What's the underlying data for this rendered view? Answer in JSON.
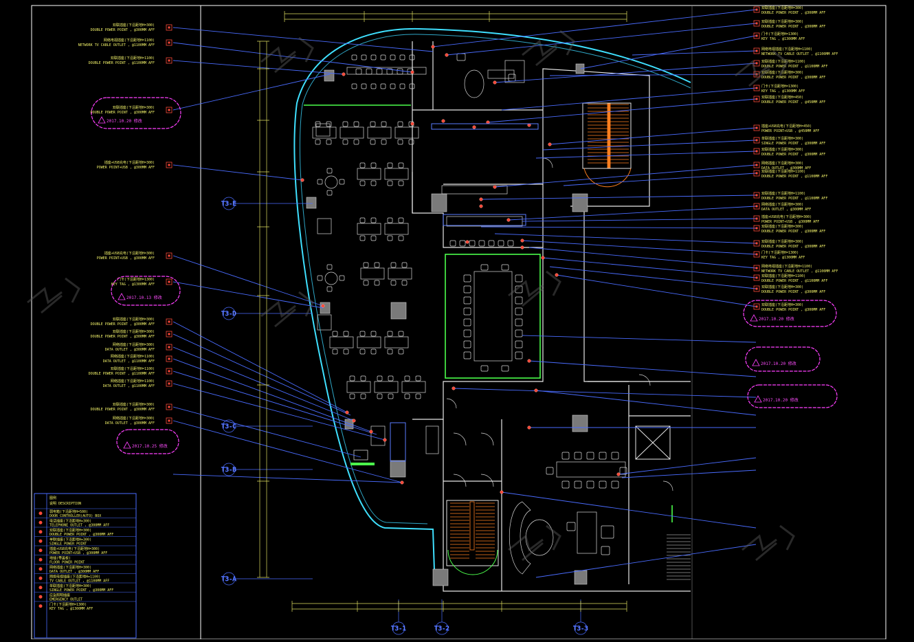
{
  "grid": {
    "rows": [
      "T3-E",
      "T3-D",
      "T3-C",
      "T3-B",
      "T3-A"
    ],
    "columns": [
      "T3-1",
      "T3-2",
      "T3-3"
    ]
  },
  "revision_clouds": [
    {
      "note": "2017.10.20 修改"
    },
    {
      "note": "2017.10.13 修改"
    },
    {
      "note": "2017.10.25 修改"
    },
    {
      "note": "2017.10.20 修改"
    },
    {
      "note": "2017.10.20 修改"
    },
    {
      "note": "2017.10.20 修改"
    }
  ],
  "left_callouts": [
    {
      "zh": "双联插座(下沿距地H=300)",
      "en": "DOUBLE POWER POINT , @300MM AFF"
    },
    {
      "zh": "网络电视插座(下沿距地H=1100)",
      "en": "NETWORK TV CABLE OUTLET , @1100MM AFF"
    },
    {
      "zh": "双联插座(下沿距地H=1100)",
      "en": "DOUBLE POWER POINT , @1100MM AFF"
    },
    {
      "zh": "双联插座(下沿距地H=300)",
      "en": "DOUBLE POWER POINT , @300MM AFF"
    },
    {
      "zh": "插座+USB充电(下沿距地H=300)",
      "en": "POWER POINT+USB , @300MM AFF"
    },
    {
      "zh": "插座+USB充电(下沿距地H=300)",
      "en": "POWER POINT+USB , @300MM AFF"
    },
    {
      "zh": "门卡(下沿距地H=1300)",
      "en": "KEY TAG , @1300MM AFF"
    },
    {
      "zh": "双联插座(下沿距地H=300)",
      "en": "DOUBLE POWER POINT , @300MM AFF"
    },
    {
      "zh": "双联插座(下沿距地H=300)",
      "en": "DOUBLE POWER POINT , @300MM AFF"
    },
    {
      "zh": "网络插座(下沿距地H=300)",
      "en": "DATA OUTLET , @300MM AFF"
    },
    {
      "zh": "网络插座(下沿距地H=1100)",
      "en": "DATA OUTLET , @1100MM AFF"
    },
    {
      "zh": "双联插座(下沿距地H=1100)",
      "en": "DOUBLE POWER POINT , @1100MM AFF"
    },
    {
      "zh": "网络插座(下沿距地H=1100)",
      "en": "DATA OUTLET , @1100MM AFF"
    },
    {
      "zh": "双联插座(下沿距地H=300)",
      "en": "DOUBLE POWER POINT , @300MM AFF"
    },
    {
      "zh": "网络插座(下沿距地H=300)",
      "en": "DATA OUTLET , @300MM AFF"
    }
  ],
  "right_callouts": [
    {
      "zh": "双联插座(下沿距地H=300)",
      "en": "DOUBLE POWER POINT , @300MM AFF"
    },
    {
      "zh": "双联插座(下沿距地H=300)",
      "en": "DOUBLE POWER POINT , @300MM AFF"
    },
    {
      "zh": "门卡(下沿距地H=1300)",
      "en": "KEY TAG , @1300MM AFF"
    },
    {
      "zh": "网络电视插座(下沿距地H=1100)",
      "en": "NETWORK TV CABLE OUTLET , @1100MM AFF"
    },
    {
      "zh": "双联插座(下沿距地H=1100)",
      "en": "DOUBLE POWER POINT , @1100MM AFF"
    },
    {
      "zh": "双联插座(下沿距地H=300)",
      "en": "DOUBLE POWER POINT , @300MM AFF"
    },
    {
      "zh": "门卡(下沿距地H=1300)",
      "en": "KEY TAG , @1300MM AFF"
    },
    {
      "zh": "双联插座(下沿距地H=450)",
      "en": "DOUBLE POWER POINT , @450MM AFF"
    },
    {
      "zh": "插座+USB充电(下沿距地H=450)",
      "en": "POWER POINT+USB , @450MM AFF"
    },
    {
      "zh": "单联插座(下沿距地H=300)",
      "en": "SINGLE POWER POINT , @300MM AFF"
    },
    {
      "zh": "双联插座(下沿距地H=300)",
      "en": "DOUBLE POWER POINT , @300MM AFF"
    },
    {
      "zh": "网络插座(下沿距地H=300)",
      "en": "DATA OUTLET , @300MM AFF"
    },
    {
      "zh": "双联插座(下沿距地H=1100)",
      "en": "DOUBLE POWER POINT , @1100MM AFF"
    },
    {
      "zh": "双联插座(下沿距地H=1100)",
      "en": "DOUBLE POWER POINT , @1100MM AFF"
    },
    {
      "zh": "网络插座(下沿距地H=300)",
      "en": "DATA OUTLET , @300MM AFF"
    },
    {
      "zh": "插座+USB充电(下沿距地H=300)",
      "en": "POWER POINT+USB , @300MM AFF"
    },
    {
      "zh": "双联插座(下沿距地H=300)",
      "en": "DOUBLE POWER POINT , @300MM AFF"
    },
    {
      "zh": "双联插座(下沿距地H=300)",
      "en": "DOUBLE POWER POINT , @300MM AFF"
    },
    {
      "zh": "门卡(下沿距地H=1300)",
      "en": "KEY TAG , @1300MM AFF"
    },
    {
      "zh": "网络电视插座(下沿距地H=1100)",
      "en": "NETWORK TV CABLE OUTLET , @1100MM AFF"
    },
    {
      "zh": "双联插座(下沿距地H=1100)",
      "en": "DOUBLE POWER POINT , @1100MM AFF"
    },
    {
      "zh": "双联插座(下沿距地H=300)",
      "en": "DOUBLE POWER POINT , @300MM AFF"
    },
    {
      "zh": "双联插座(下沿距地H=300)",
      "en": "DOUBLE POWER POINT , @300MM AFF"
    }
  ],
  "legend": {
    "title": "图例",
    "header": "说明 DESCRIPTION",
    "rows": [
      {
        "zh": "弱电箱(下沿距地H=500)",
        "en": "DOOR CONTROLLER(AUTO) BOX"
      },
      {
        "zh": "电话插座(下沿距地H=300)",
        "en": "TELEPHONE OUTLET , @300MM AFF"
      },
      {
        "zh": "双联插座(下沿距地H=300)",
        "en": "DOUBLE POWER POINT , @300MM AFF"
      },
      {
        "zh": "单联插座(下沿距地H=300)",
        "en": "SINGLE POWER POINT"
      },
      {
        "zh": "插座+USB充电(下沿距地H=300)",
        "en": "POWER POINT+USB , @300MM AFF"
      },
      {
        "zh": "地插(带盖板)",
        "en": "FLOOR POWER POINT"
      },
      {
        "zh": "网络插座(下沿距地H=300)",
        "en": "DATA OUTLET , @300MM AFF"
      },
      {
        "zh": "网络电视插座(下沿距地H=1100)",
        "en": "TV CABLE OUTLET , @1100MM AFF"
      },
      {
        "zh": "单联插座(下沿距地H=300)",
        "en": "SINGLE POWER POINT , @300MM AFF"
      },
      {
        "zh": "应急照明插座",
        "en": "EMERGENCY OUTLET"
      },
      {
        "zh": "门卡(下沿距地H=1300)",
        "en": "KEY TAG , @1300MM AFF"
      }
    ]
  },
  "colors": {
    "background": "#000000",
    "frame": "#ffffff",
    "wall": "#e8e8e8",
    "curtain_wall": "#3fe0ff",
    "leader": "#4a6cff",
    "tag": "#ff4a3a",
    "text": "#f2f26a",
    "revision": "#ff40ff",
    "partition": "#4cff4c",
    "stair": "#ff7f1f"
  }
}
